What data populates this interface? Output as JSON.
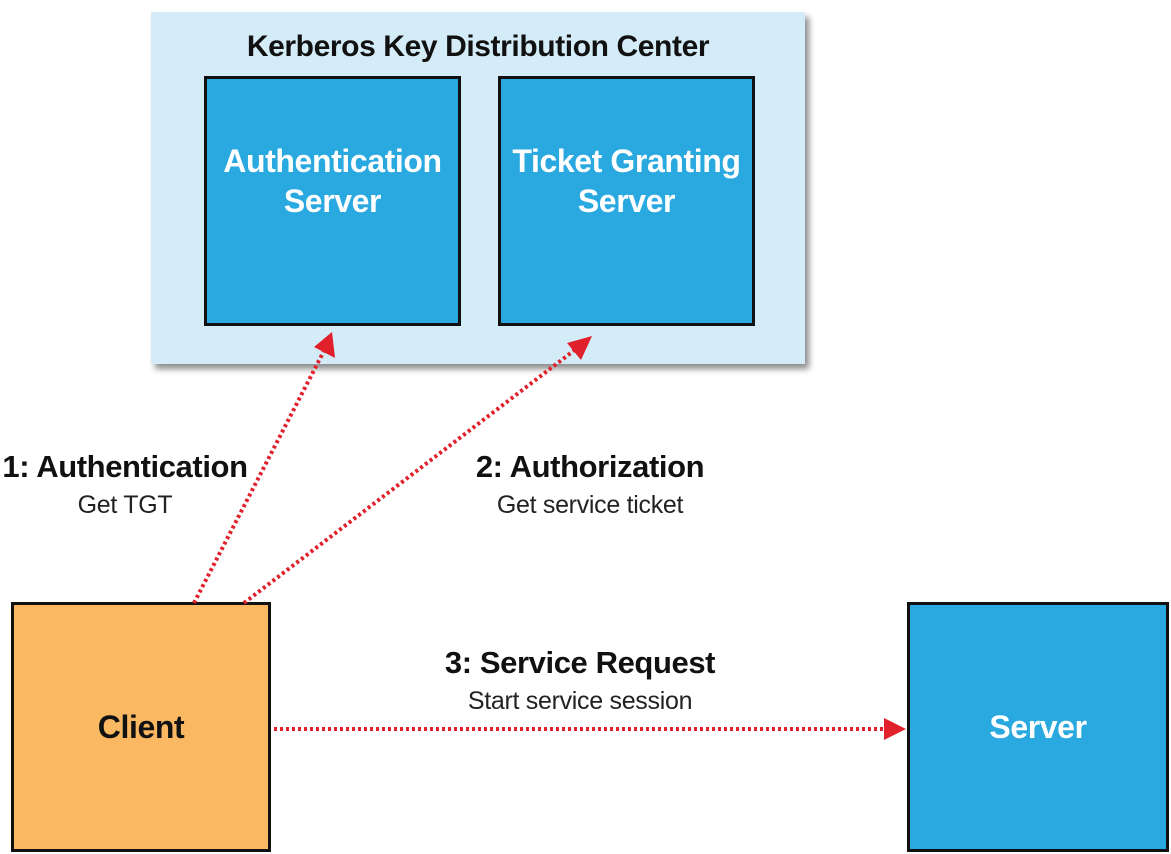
{
  "colors": {
    "kdc_background": "#d4ecf7",
    "server_blue": "#29a9e0",
    "client_orange": "#fbb862",
    "arrow_red": "#e0202a"
  },
  "kdc": {
    "title": "Kerberos Key Distribution Center",
    "authentication_server": "Authentication\nServer",
    "ticket_granting_server": "Ticket Granting\nServer"
  },
  "client": {
    "label": "Client"
  },
  "server": {
    "label": "Server"
  },
  "steps": [
    {
      "title": "1: Authentication",
      "subtitle": "Get TGT"
    },
    {
      "title": "2: Authorization",
      "subtitle": "Get service ticket"
    },
    {
      "title": "3: Service Request",
      "subtitle": "Start service session"
    }
  ]
}
